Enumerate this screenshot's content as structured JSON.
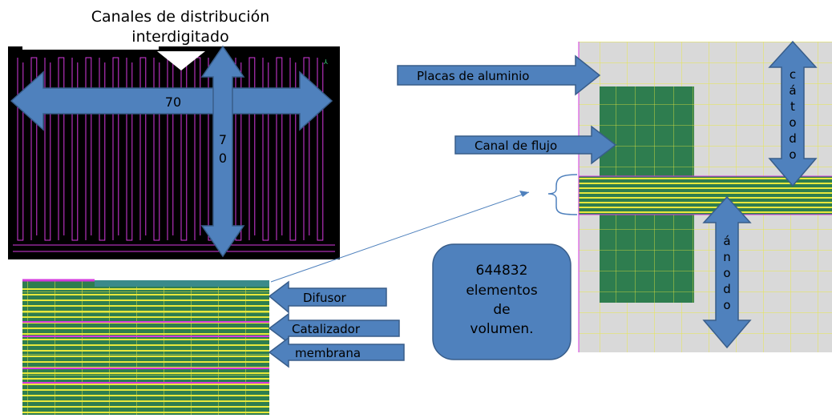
{
  "title": {
    "line1": "Canales de distribución",
    "line2": "interdigitado"
  },
  "dimensions": {
    "horizontal": "70",
    "vertical_digit1": "7",
    "vertical_digit2": "0"
  },
  "labels": {
    "placas": "Placas de aluminio",
    "canal": "Canal de flujo",
    "difusor": "Difusor",
    "catalizador": "Catalizador",
    "membrana": "membrana"
  },
  "electrodes": {
    "catodo": [
      "c",
      "á",
      "t",
      "o",
      "d",
      "o"
    ],
    "anodo": [
      "á",
      "n",
      "o",
      "d",
      "o"
    ]
  },
  "mesh_info": {
    "line1": "644832",
    "line2": "elementos",
    "line3": "de",
    "line4": "volumen."
  },
  "colors": {
    "arrow_blue": "#4f81bd",
    "arrow_stroke": "#385d8a",
    "info_box": "#4f81bd",
    "mesh_green": "#2e7d4f",
    "mesh_yellow": "#e8e83c",
    "plate_gray": "#d9d9d9",
    "magenta": "#d63adf",
    "black_panel": "#000000"
  },
  "icons": {
    "arrow": "block-arrow",
    "bracket": "curly-brace"
  }
}
